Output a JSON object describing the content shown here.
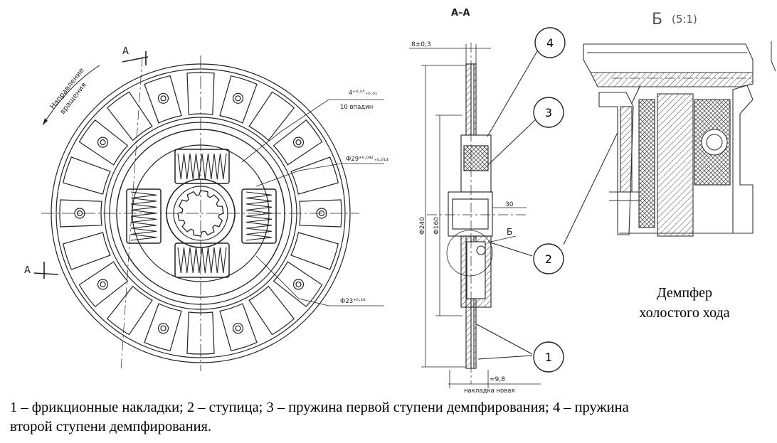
{
  "section_label": "А–А",
  "detail_label": "Б",
  "detail_scale": "(5:1)",
  "detail_caption": {
    "line1": "Демпфер",
    "line2": "холостого хода"
  },
  "direction_label": {
    "line1": "Направление",
    "line2": "вращения"
  },
  "cut_marks": {
    "top": "А",
    "bottom": "А"
  },
  "dims": {
    "slots_tol": "4⁺⁰·⁰⁵₊₀.₀₁",
    "slots": "10 впадин",
    "d29": "Ф29⁺⁰·⁰⁴²₊₀.₀₁₄",
    "d23": "Ф23⁺⁰·¹⁸",
    "thickness": "8±0,3",
    "d240": "Ф240",
    "d160": "Ф160",
    "hub_w": "30",
    "b_mark": "Б",
    "new_lining": "≈9,8",
    "new_lining_note": "накладка новая"
  },
  "callouts": [
    {
      "n": "4"
    },
    {
      "n": "3"
    },
    {
      "n": "2"
    },
    {
      "n": "1"
    }
  ],
  "caption": {
    "line1": "1 – фрикционные накладки; 2 – ступица; 3 – пружина первой ступени демпфирования; 4 – пружина",
    "line2": "второй ступени демпфирования."
  },
  "colors": {
    "ink": "#222222",
    "hatch": "#555555"
  }
}
